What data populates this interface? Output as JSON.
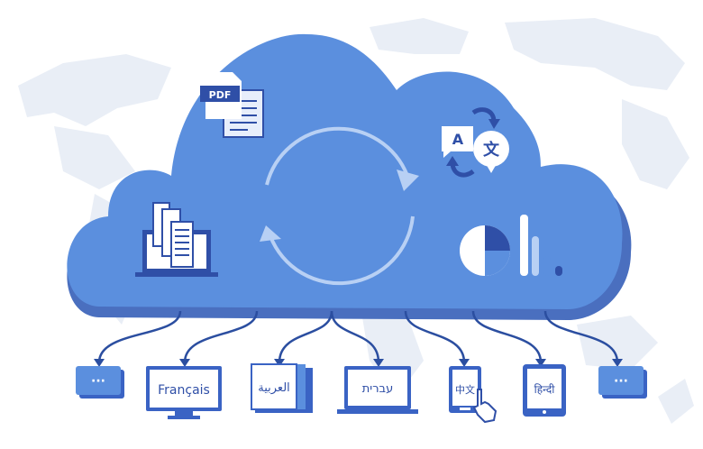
{
  "icons": {
    "pdf": "PDF",
    "translate_a": "A",
    "translate_zh": "文"
  },
  "devices": {
    "left_dots": "···",
    "french": "Français",
    "arabic": "العربية",
    "hebrew": "עברית",
    "chinese": "中文",
    "hindi": "हिन्दी",
    "right_dots": "···"
  },
  "colors": {
    "cloud": "#5b8fde",
    "cloud_shadow": "#4a6fbf",
    "map": "#e9eef6",
    "dark_blue": "#2f4fa7",
    "line": "#2b4ea0"
  }
}
